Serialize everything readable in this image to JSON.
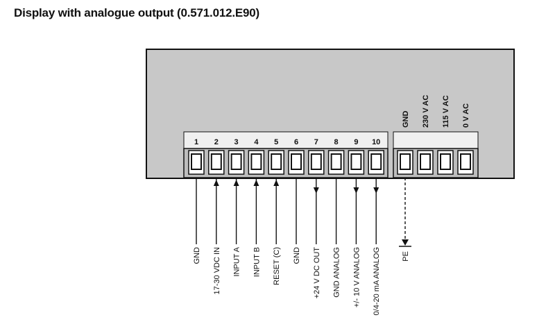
{
  "title": "Display with analogue output (0.571.012.E90)",
  "terminals": [
    {
      "pin": "1",
      "label": "GND",
      "arrow": "none"
    },
    {
      "pin": "2",
      "label": "17-30 VDC IN",
      "arrow": "up"
    },
    {
      "pin": "3",
      "label": "INPUT A",
      "arrow": "up"
    },
    {
      "pin": "4",
      "label": "INPUT B",
      "arrow": "up"
    },
    {
      "pin": "5",
      "label": "RESET (C)",
      "arrow": "up"
    },
    {
      "pin": "6",
      "label": "GND",
      "arrow": "none"
    },
    {
      "pin": "7",
      "label": "+24 V DC OUT",
      "arrow": "down"
    },
    {
      "pin": "8",
      "label": "GND ANALOG",
      "arrow": "none"
    },
    {
      "pin": "9",
      "label": "+/- 10 V ANALOG",
      "arrow": "down"
    },
    {
      "pin": "10",
      "label": "0/4-20 mA ANALOG",
      "arrow": "down"
    }
  ],
  "power_terminals": [
    {
      "label": "GND"
    },
    {
      "label": "230 V AC"
    },
    {
      "label": "115 V AC"
    },
    {
      "label": "0 V AC"
    }
  ],
  "pe_label": "PE",
  "colors": {
    "housing": "#c8c8c8",
    "strip": "#f0f0f0",
    "line": "#111111"
  }
}
